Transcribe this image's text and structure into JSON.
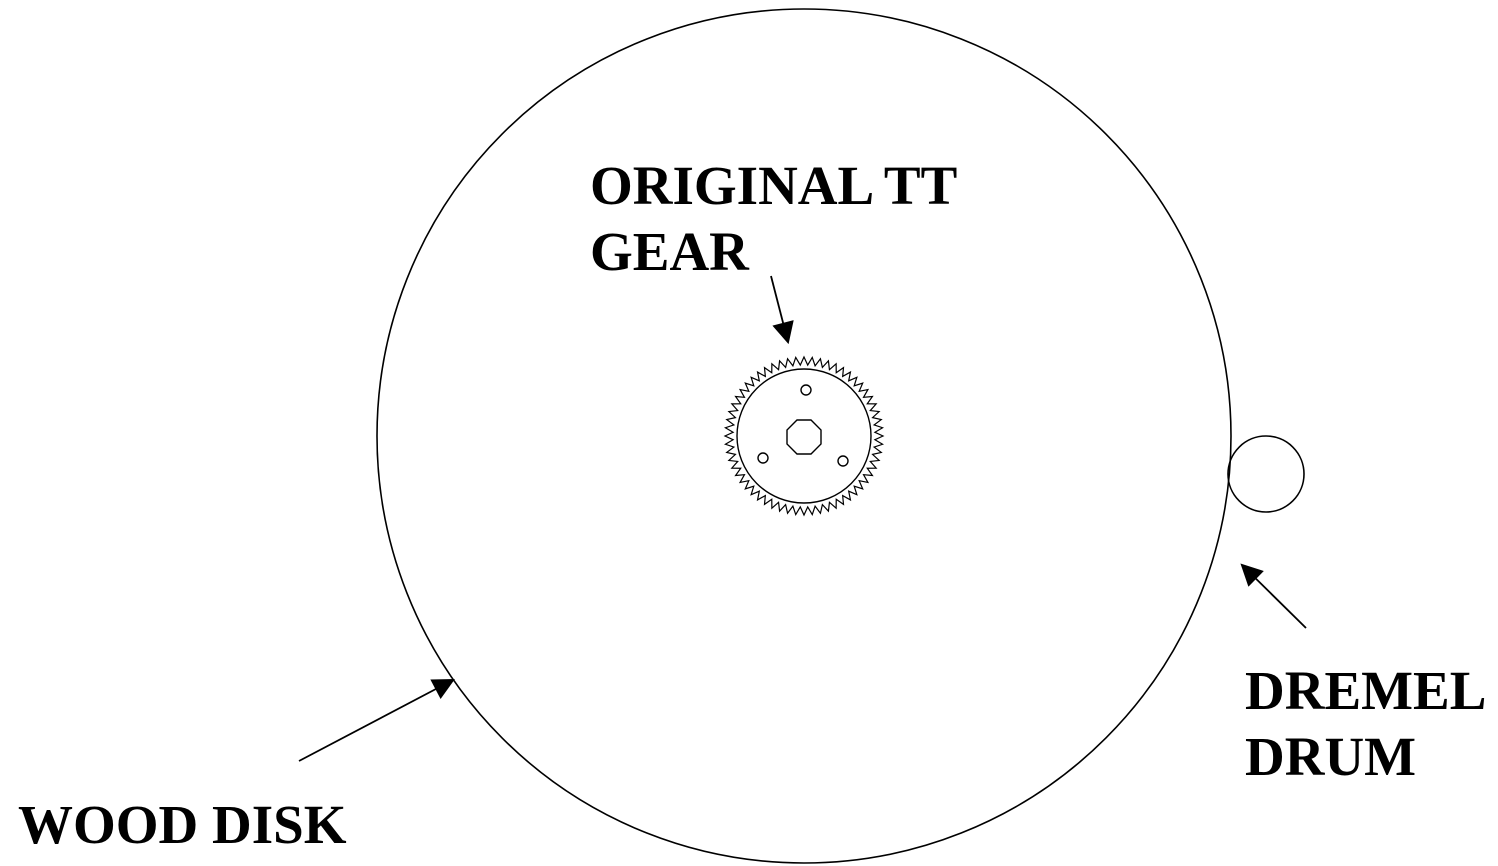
{
  "labels": {
    "original_gear": {
      "line1": "ORIGINAL TT",
      "line2": "GEAR"
    },
    "dremel_drum": {
      "line1": "DREMEL",
      "line2": "DRUM"
    },
    "wood_disk": {
      "text": "WOOD DISK"
    }
  },
  "colors": {
    "stroke": "#000000",
    "background": "#ffffff"
  }
}
